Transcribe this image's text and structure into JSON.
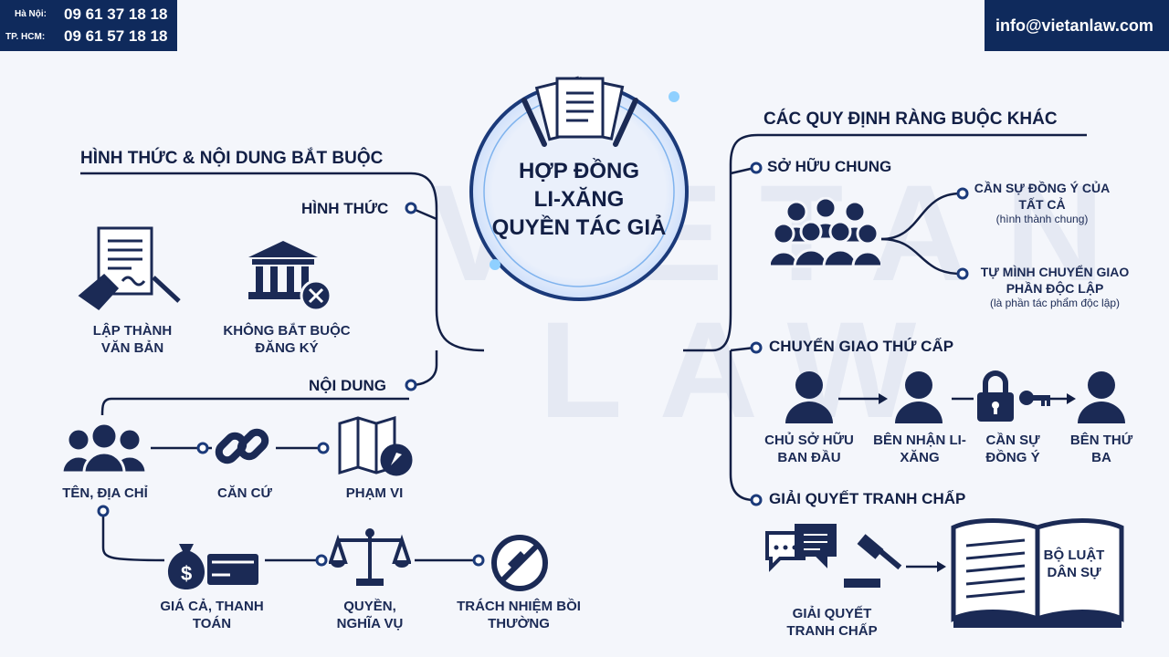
{
  "contact": {
    "hanoi_label": "Hà Nội:",
    "hanoi_phone": "09 61 37 18 18",
    "hcm_label": "TP. HCM:",
    "hcm_phone": "09 61 57 18 18",
    "email": "info@vietanlaw.com"
  },
  "center": {
    "title_line1": "HỢP ĐỒNG",
    "title_line2": "LI-XĂNG",
    "title_line3": "QUYỀN TÁC GIẢ"
  },
  "watermark": {
    "line1": "VIETAN",
    "line2": "LAW"
  },
  "left": {
    "header": "HÌNH THỨC & NỘI DUNG BẮT BUỘC",
    "form_header": "HÌNH THỨC",
    "form_items": [
      {
        "label": "LẬP THÀNH VĂN BẢN",
        "icon": "signing-document-icon"
      },
      {
        "label": "KHÔNG BẮT BUỘC ĐĂNG KÝ",
        "icon": "government-building-icon"
      }
    ],
    "content_header": "NỘI DUNG",
    "content_row1": [
      {
        "label": "TÊN, ĐỊA CHỈ",
        "icon": "people-group-icon"
      },
      {
        "label": "CĂN CỨ",
        "icon": "chain-link-icon"
      },
      {
        "label": "PHẠM VI",
        "icon": "map-compass-icon"
      }
    ],
    "content_row2": [
      {
        "label": "GIÁ CẢ, THANH TOÁN",
        "icon": "money-bag-icon"
      },
      {
        "label": "QUYỀN, NGHĨA VỤ",
        "icon": "scales-icon"
      },
      {
        "label": "TRÁCH NHIỆM BỒI THƯỜNG",
        "icon": "prohibited-icon"
      }
    ]
  },
  "right": {
    "header": "CÁC QUY ĐỊNH RÀNG BUỘC KHÁC",
    "co_ownership": {
      "header": "SỞ HỮU CHUNG",
      "branch1_title": "CẦN SỰ ĐỒNG Ý CỦA TẤT CẢ",
      "branch1_note": "(hình thành chung)",
      "branch2_title": "TỰ MÌNH CHUYỂN GIAO PHẦN ĐỘC LẬP",
      "branch2_note": "(là phần tác phẩm độc lập)"
    },
    "sublicense": {
      "header": "CHUYỂN GIAO THỨ CẤP",
      "steps": [
        {
          "label": "CHỦ SỞ HỮU BAN ĐẦU",
          "icon": "person-icon"
        },
        {
          "label": "BÊN NHẬN LI-XĂNG",
          "icon": "person-icon"
        },
        {
          "label": "CẦN SỰ ĐỒNG Ý",
          "icon": "lock-key-icon"
        },
        {
          "label": "BÊN THỨ BA",
          "icon": "person-icon"
        }
      ]
    },
    "dispute": {
      "header": "GIẢI QUYẾT TRANH CHẤP",
      "item_label": "GIẢI QUYẾT TRANH CHẤP",
      "book_title": "BỘ LUẬT DÂN SỰ"
    }
  }
}
